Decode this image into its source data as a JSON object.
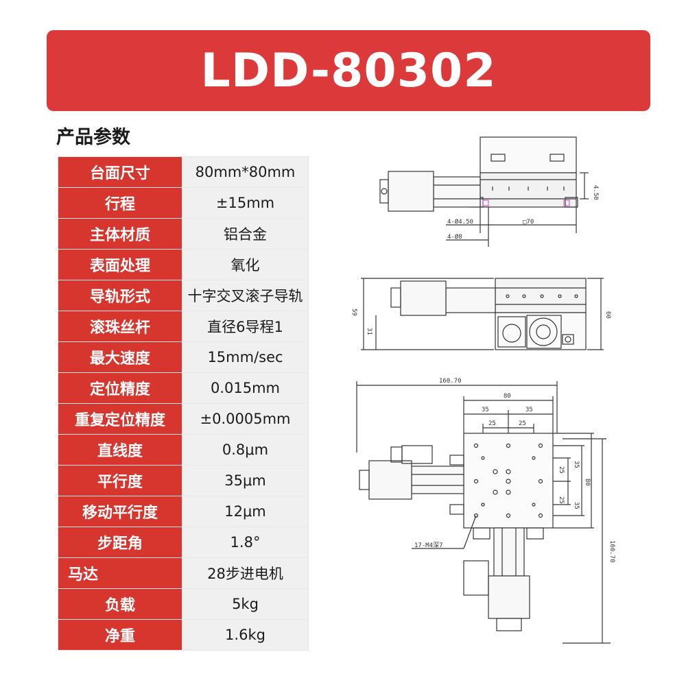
{
  "header": {
    "title": "LDD-80302"
  },
  "section": {
    "title": "产品参数"
  },
  "specs": [
    {
      "label": "台面尺寸",
      "value": "80mm*80mm"
    },
    {
      "label": "行程",
      "value": "±15mm"
    },
    {
      "label": "主体材质",
      "value": "铝合金"
    },
    {
      "label": "表面处理",
      "value": "氧化"
    },
    {
      "label": "导轨形式",
      "value": "十字交叉滚子导轨"
    },
    {
      "label": "滚珠丝杆",
      "value": "直径6导程1"
    },
    {
      "label": "最大速度",
      "value": "15mm/sec"
    },
    {
      "label": "定位精度",
      "value": "0.015mm"
    },
    {
      "label": "重复定位精度",
      "value": "±0.0005mm"
    },
    {
      "label": "直线度",
      "value": "0.8μm"
    },
    {
      "label": "平行度",
      "value": "35μm"
    },
    {
      "label": "移动平行度",
      "value": "12μm"
    },
    {
      "label": "步距角",
      "value": "1.8°"
    },
    {
      "label": "马达",
      "value": "28步进电机"
    },
    {
      "label": "负载",
      "value": "5kg"
    },
    {
      "label": "净重",
      "value": "1.6kg"
    }
  ],
  "drawing": {
    "dims": {
      "h1": "4.50",
      "hole1": "4-Ø4.50",
      "hole2": "4-Ø8",
      "sq": "□70",
      "side_h": "59",
      "side_h2": "31",
      "side_h3": "60",
      "total_w": "160.70",
      "top_w": "80",
      "p35a": "35",
      "p35b": "35",
      "p25a": "25",
      "p25b": "25",
      "v25a": "25",
      "v25b": "25",
      "v35a": "35",
      "v35b": "35",
      "v80": "80",
      "total_h": "160.70",
      "thread": "17-M4深7"
    }
  },
  "colors": {
    "accent": "#dc3a3a",
    "key_cell": "#d7362f",
    "value_cell": "#f0f0f0"
  }
}
